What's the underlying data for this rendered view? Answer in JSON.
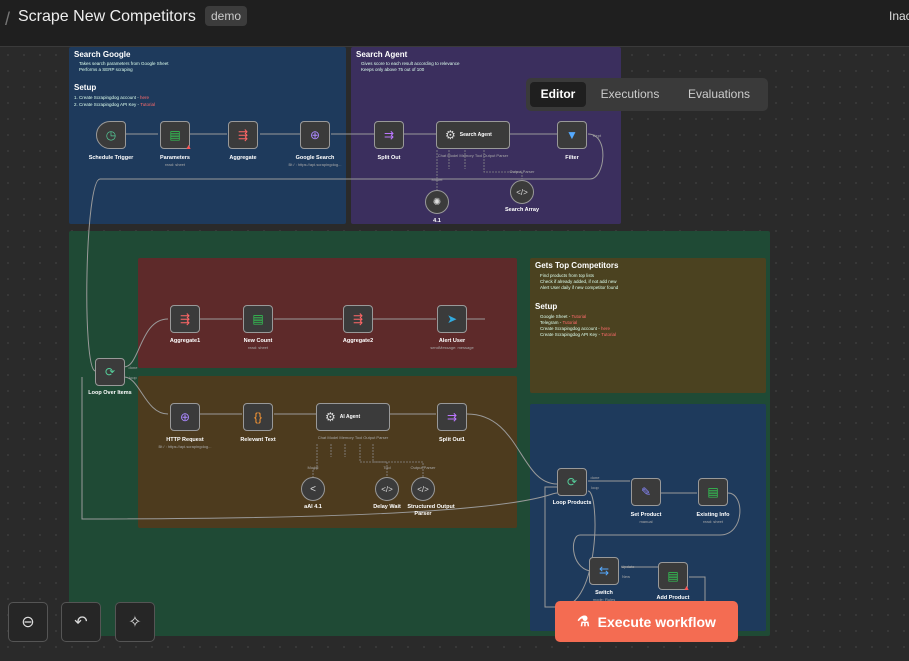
{
  "header": {
    "slash": "/",
    "title": "Scrape New Competitors",
    "tag": "demo",
    "status": "Inac"
  },
  "tabs": [
    {
      "label": "Editor",
      "active": true
    },
    {
      "label": "Executions",
      "active": false
    },
    {
      "label": "Evaluations",
      "active": false
    }
  ],
  "stickies": {
    "search_google": {
      "title": "Search Google",
      "items": [
        "Takes search parameters from Google Sheet",
        "Performs a SERP scraping"
      ],
      "setup_title": "Setup",
      "setup_items": [
        {
          "text": "1. Create Scrapingdog account - ",
          "link": "here"
        },
        {
          "text": "2. Create Scrapingdog API Key - ",
          "link": "Tutorial"
        }
      ]
    },
    "search_agent": {
      "title": "Search Agent",
      "items": [
        "Gives score to each result according to relevance",
        "Keeps only above 75 out of 100"
      ]
    },
    "gets_top": {
      "title": "Gets Top Competitors",
      "items": [
        "Find products from top lists",
        "Check if already added, if not add new",
        "Alert User daily if new competitor found"
      ],
      "setup_title": "Setup",
      "setup_items": [
        {
          "text": "Google Sheet - ",
          "link": "Tutorial"
        },
        {
          "text": "Telegram - ",
          "link": "Tutorial"
        },
        {
          "text": "Create Scrapingdog account - ",
          "link": "here"
        },
        {
          "text": "Create Scrapingdog API Key - ",
          "link": "Tutorial"
        }
      ]
    }
  },
  "nodes": {
    "schedule": {
      "label": "Schedule Trigger"
    },
    "parameters": {
      "label": "Parameters",
      "sub": "read: sheet"
    },
    "aggregate": {
      "label": "Aggregate"
    },
    "google_search": {
      "label": "Google Search",
      "sub": "Bt / : https://api.scrapingdog..."
    },
    "split_out": {
      "label": "Split Out"
    },
    "search_agent": {
      "label": "Search Agent",
      "ports": "Chat Model Memory Tool Output Parser"
    },
    "filter": {
      "label": "Filter",
      "port": "Kept"
    },
    "model_41": {
      "label": "4.1",
      "port": "Model"
    },
    "search_array": {
      "label": "Search Array",
      "port": "Output Parser"
    },
    "loop_over": {
      "label": "Loop Over Items",
      "port_done": "done",
      "port_loop": "loop"
    },
    "aggregate1": {
      "label": "Aggregate1"
    },
    "new_count": {
      "label": "New Count",
      "sub": "read: sheet"
    },
    "aggregate2": {
      "label": "Aggregate2"
    },
    "alert_user": {
      "label": "Alert User",
      "sub": "sendMessage: message"
    },
    "http_request": {
      "label": "HTTP Request",
      "sub": "Bt / : https://api.scrapingdog..."
    },
    "relevant_text": {
      "label": "Relevant Text"
    },
    "ai_agent": {
      "label": "AI Agent",
      "ports": "Chat Model Memory Tool Output Parser"
    },
    "split_out1": {
      "label": "Split Out1"
    },
    "ai41": {
      "label": "aAI 4.1",
      "port": "Model"
    },
    "delay_wait": {
      "label": "Delay Wait",
      "port": "Tool"
    },
    "structured": {
      "label": "Structured Output",
      "label2": "Parser",
      "port": "Output Parser"
    },
    "loop_products": {
      "label": "Loop Products",
      "port_done": "done",
      "port_loop": "loop"
    },
    "set_product": {
      "label": "Set Product",
      "sub": "manual"
    },
    "existing_info": {
      "label": "Existing Info",
      "sub": "read: sheet"
    },
    "switch": {
      "label": "Switch",
      "sub": "mode: Rules",
      "port1": "Update",
      "port2": "New"
    },
    "add_product": {
      "label": "Add Product"
    }
  },
  "controls": {
    "zoom_out": "zoom-out",
    "undo": "undo",
    "clean": "clean-up"
  },
  "execute_label": "Execute workflow",
  "colors": {
    "execute": "#f46c52",
    "sticky_blue": "#1e3a5c",
    "sticky_purple": "#3b2f5e",
    "sticky_green": "#1f4a35",
    "sticky_red": "#5e2a2a",
    "sticky_brown": "#4d3b1e",
    "sticky_olive": "#4b4220"
  }
}
